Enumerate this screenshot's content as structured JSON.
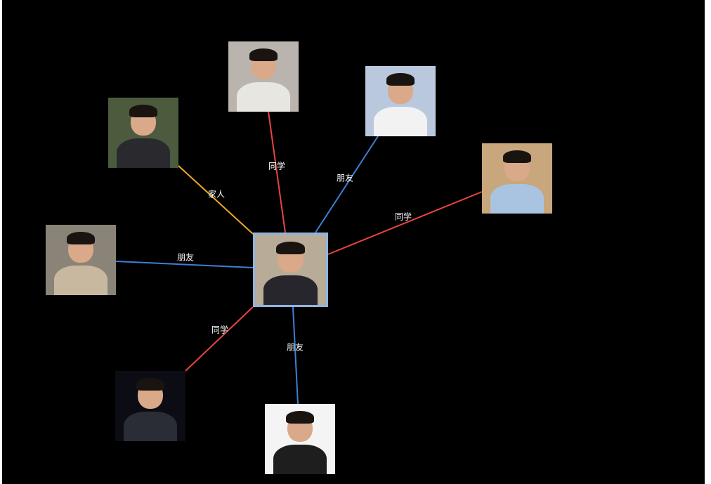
{
  "center": {
    "name": "center-person"
  },
  "nodes": [
    {
      "id": "top",
      "relation": "同学",
      "color": "#e8463f",
      "bg": "#b9b5ae",
      "shirt": "#e8e6e0"
    },
    {
      "id": "top-left",
      "relation": "家人",
      "color": "#f0a62a",
      "bg": "#4c5a3e",
      "shirt": "#2a2a2e"
    },
    {
      "id": "top-right",
      "relation": "朋友",
      "color": "#3d7fd6",
      "bg": "#b9c8dc",
      "shirt": "#f2f2f2"
    },
    {
      "id": "right",
      "relation": "同学",
      "color": "#e8463f",
      "bg": "#c8a77c",
      "shirt": "#a9c4e0"
    },
    {
      "id": "left",
      "relation": "朋友",
      "color": "#3d7fd6",
      "bg": "#8a8478",
      "shirt": "#c9b8a0"
    },
    {
      "id": "bottom-left",
      "relation": "同学",
      "color": "#e8463f",
      "bg": "#0c0c14",
      "shirt": "#2a2c36"
    },
    {
      "id": "bottom",
      "relation": "朋友",
      "color": "#3d7fd6",
      "bg": "#f4f4f4",
      "shirt": "#1e1e1e"
    }
  ],
  "colors": {
    "background": "#000000",
    "center_border": "#8fb4e0"
  }
}
